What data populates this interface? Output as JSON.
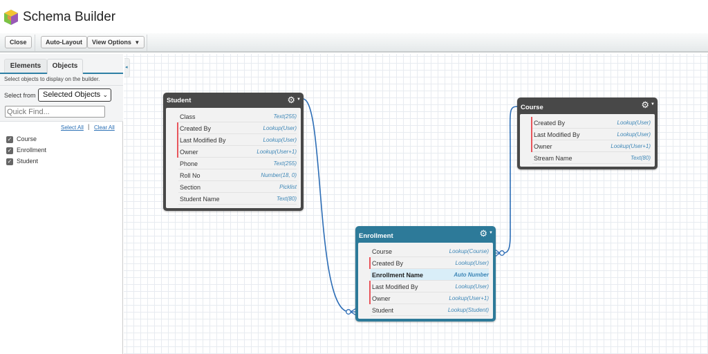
{
  "app": {
    "title": "Schema Builder",
    "logo": "cube-logo-icon"
  },
  "toolbar": {
    "close_label": "Close",
    "auto_layout_label": "Auto-Layout",
    "view_options_label": "View Options",
    "view_options_caret": "▼"
  },
  "sidebar": {
    "tabs": [
      {
        "label": "Elements",
        "active": false
      },
      {
        "label": "Objects",
        "active": true
      }
    ],
    "hint": "Select objects to display on the builder.",
    "select_label": "Select from",
    "select_value": "Selected Objects",
    "quickfind_placeholder": "Quick Find...",
    "select_all": "Select All",
    "separator": "|",
    "clear_all": "Clear All",
    "objects": [
      {
        "label": "Course",
        "checked": true
      },
      {
        "label": "Enrollment",
        "checked": true
      },
      {
        "label": "Student",
        "checked": true
      }
    ],
    "collapse_glyph": "◂"
  },
  "canvas": {
    "objects": {
      "student": {
        "title": "Student",
        "fields": [
          {
            "name": "Class",
            "type": "Text(255)",
            "system": false
          },
          {
            "name": "Created By",
            "type": "Lookup(User)",
            "system": true
          },
          {
            "name": "Last Modified By",
            "type": "Lookup(User)",
            "system": true
          },
          {
            "name": "Owner",
            "type": "Lookup(User+1)",
            "system": true
          },
          {
            "name": "Phone",
            "type": "Text(255)",
            "system": false
          },
          {
            "name": "Roll No",
            "type": "Number(18, 0)",
            "system": false
          },
          {
            "name": "Section",
            "type": "Picklist",
            "system": false
          },
          {
            "name": "Student Name",
            "type": "Text(80)",
            "system": false
          }
        ]
      },
      "course": {
        "title": "Course",
        "fields": [
          {
            "name": "Created By",
            "type": "Lookup(User)",
            "system": true
          },
          {
            "name": "Last Modified By",
            "type": "Lookup(User)",
            "system": true
          },
          {
            "name": "Owner",
            "type": "Lookup(User+1)",
            "system": true
          },
          {
            "name": "Stream Name",
            "type": "Text(80)",
            "system": false
          }
        ]
      },
      "enrollment": {
        "title": "Enrollment",
        "fields": [
          {
            "name": "Course",
            "type": "Lookup(Course)",
            "system": false
          },
          {
            "name": "Created By",
            "type": "Lookup(User)",
            "system": true
          },
          {
            "name": "Enrollment Name",
            "type": "Auto Number",
            "system": false,
            "highlight": true
          },
          {
            "name": "Last Modified By",
            "type": "Lookup(User)",
            "system": true
          },
          {
            "name": "Owner",
            "type": "Lookup(User+1)",
            "system": true
          },
          {
            "name": "Student",
            "type": "Lookup(Student)",
            "system": false
          }
        ]
      }
    },
    "relationships": [
      {
        "from": "Enrollment.Student",
        "to": "Student"
      },
      {
        "from": "Enrollment.Course",
        "to": "Course"
      }
    ],
    "gear_glyph": "⚙",
    "caret_glyph": "▼"
  },
  "colors": {
    "accent": "#2d7a99",
    "link_line": "#2b6cb5",
    "system_marker": "#e8555b",
    "field_type": "#3e87b7",
    "object_header": "#484848"
  }
}
